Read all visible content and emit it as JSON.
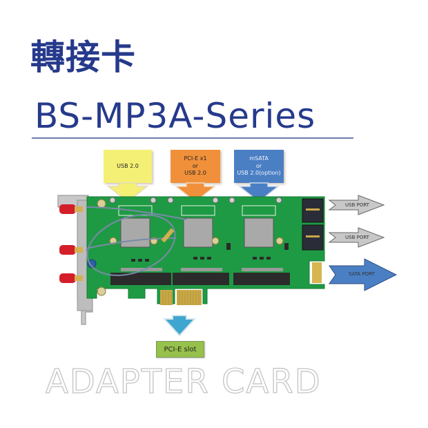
{
  "header": {
    "title_cn": "轉接卡",
    "title_en": "BS-MP3A-Series",
    "accent_color": "#263a8c"
  },
  "callouts": [
    {
      "lines": [
        "USB 2.0"
      ],
      "color": "#f4f075"
    },
    {
      "lines": [
        "PCI-E x1",
        "or",
        "USB 2.0"
      ],
      "color": "#f0903a"
    },
    {
      "lines": [
        "mSATA",
        "or",
        "USB 2.0(option)"
      ],
      "color": "#4a7fc4"
    }
  ],
  "ports": [
    {
      "label": "USB PORT",
      "color": "#c8c8c8"
    },
    {
      "label": "USB PORT",
      "color": "#c8c8c8"
    },
    {
      "label": "SATA PORT",
      "color": "#4a7fc4"
    }
  ],
  "slot": {
    "label": "PCI-E slot",
    "color": "#96c14b",
    "arrow_color": "#3fa6cf"
  },
  "board": {
    "pcb_color": "#1f9a44",
    "antenna_count": 3,
    "minipcie_slots": 3
  },
  "footer": {
    "text": "ADAPTER CARD"
  }
}
